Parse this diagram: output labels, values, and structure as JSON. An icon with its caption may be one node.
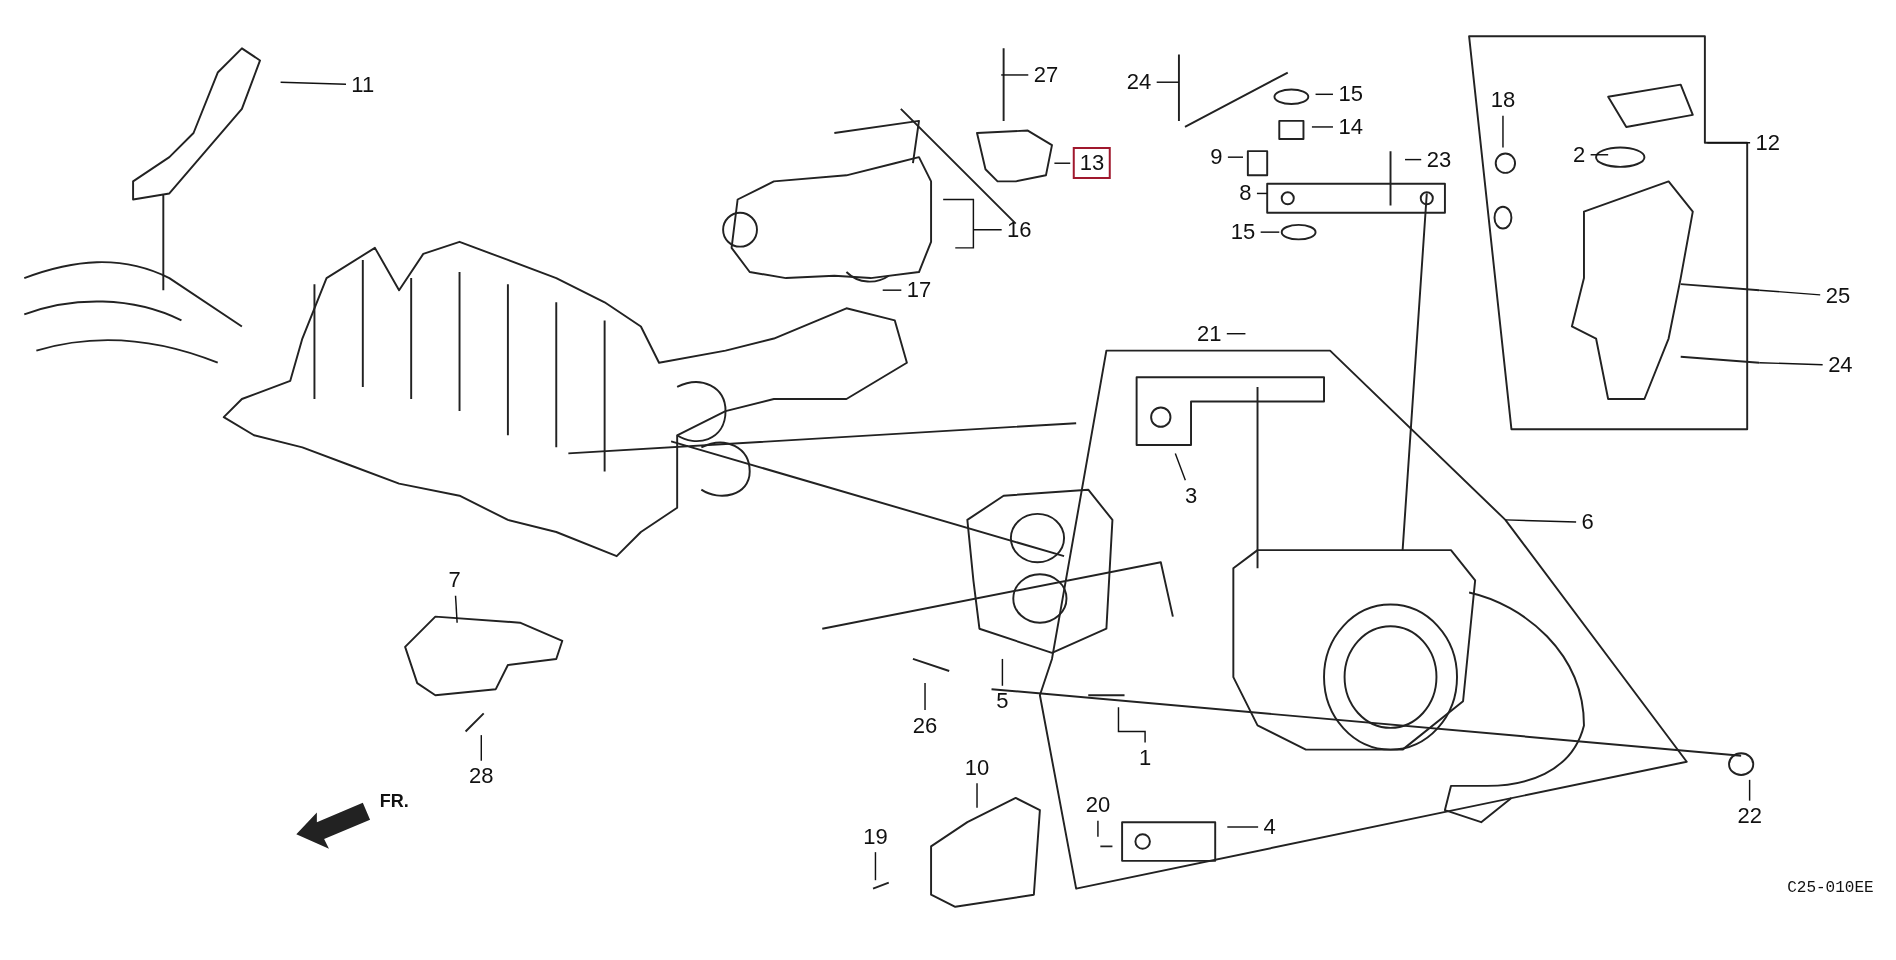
{
  "diagram": {
    "nodes": [
      {
        "text": [
          "27"
        ]
      },
      {
        "text": [
          "24"
        ]
      },
      {
        "text": [
          "11"
        ]
      },
      {
        "text": [
          "15"
        ]
      },
      {
        "text": [
          "18"
        ]
      },
      {
        "text": [
          "14"
        ]
      },
      {
        "text": [
          "12"
        ]
      },
      {
        "text": [
          "2"
        ]
      },
      {
        "text": [
          "9"
        ]
      },
      {
        "text": [
          "23"
        ]
      },
      {
        "text": [
          "13"
        ]
      },
      {
        "text": [
          "8"
        ]
      },
      {
        "text": [
          "16"
        ]
      },
      {
        "text": [
          "15"
        ]
      },
      {
        "text": [
          "17"
        ]
      },
      {
        "text": [
          "25"
        ]
      },
      {
        "text": [
          "21"
        ]
      },
      {
        "text": [
          "24"
        ]
      },
      {
        "text": [
          "3"
        ]
      },
      {
        "text": [
          "6"
        ]
      },
      {
        "text": [
          "7"
        ]
      },
      {
        "text": [
          "5"
        ]
      },
      {
        "text": [
          "26"
        ]
      },
      {
        "text": [
          "1"
        ]
      },
      {
        "text": [
          "10"
        ]
      },
      {
        "text": [
          "28"
        ]
      },
      {
        "text": [
          "20"
        ]
      },
      {
        "text": [
          "22"
        ]
      },
      {
        "text": [
          "19"
        ]
      },
      {
        "text": [
          "4"
        ]
      }
    ],
    "edges": [
      {
        "from": 0,
        "to": null,
        "arrow": "none"
      },
      {
        "from": 1,
        "to": null,
        "arrow": "none"
      },
      {
        "from": 2,
        "to": null,
        "arrow": "none"
      },
      {
        "from": 3,
        "to": null,
        "arrow": "none"
      },
      {
        "from": 4,
        "to": null,
        "arrow": "none"
      },
      {
        "from": 5,
        "to": null,
        "arrow": "none"
      },
      {
        "from": 6,
        "to": null,
        "arrow": "none"
      },
      {
        "from": 7,
        "to": null,
        "arrow": "none"
      },
      {
        "from": 8,
        "to": null,
        "arrow": "none"
      },
      {
        "from": 9,
        "to": null,
        "arrow": "none"
      },
      {
        "from": 10,
        "to": null,
        "arrow": "none"
      },
      {
        "from": 11,
        "to": null,
        "arrow": "none"
      },
      {
        "from": 12,
        "to": null,
        "arrow": "none"
      },
      {
        "from": 13,
        "to": null,
        "arrow": "none"
      },
      {
        "from": 14,
        "to": null,
        "arrow": "none"
      },
      {
        "from": 15,
        "to": null,
        "arrow": "none"
      },
      {
        "from": 16,
        "to": null,
        "arrow": "none"
      },
      {
        "from": 17,
        "to": null,
        "arrow": "none"
      },
      {
        "from": 18,
        "to": null,
        "arrow": "none"
      },
      {
        "from": 19,
        "to": null,
        "arrow": "none"
      },
      {
        "from": 20,
        "to": null,
        "arrow": "none"
      },
      {
        "from": 21,
        "to": null,
        "arrow": "none"
      },
      {
        "from": 22,
        "to": null,
        "arrow": "none"
      },
      {
        "from": 23,
        "to": null,
        "arrow": "none"
      },
      {
        "from": 24,
        "to": null,
        "arrow": "none"
      },
      {
        "from": 25,
        "to": null,
        "arrow": "none"
      },
      {
        "from": 26,
        "to": null,
        "arrow": "none"
      },
      {
        "from": 27,
        "to": null,
        "arrow": "none"
      },
      {
        "from": 28,
        "to": null,
        "arrow": "none"
      },
      {
        "from": 29,
        "to": null,
        "arrow": "none"
      }
    ],
    "labels": [
      "FR.",
      "C25-010EE"
    ]
  }
}
